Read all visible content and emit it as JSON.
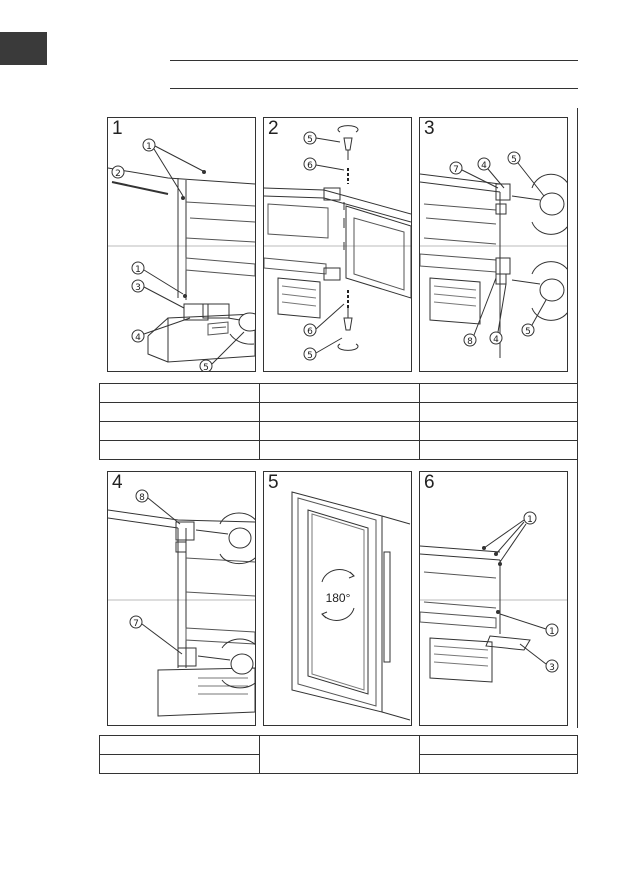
{
  "steps": [
    {
      "number": "1",
      "callouts": [
        "1",
        "2",
        "1",
        "3",
        "4",
        "5"
      ]
    },
    {
      "number": "2",
      "callouts": [
        "5",
        "6",
        "6",
        "5"
      ]
    },
    {
      "number": "3",
      "callouts": [
        "7",
        "4",
        "5",
        "8",
        "4",
        "5"
      ]
    },
    {
      "number": "4",
      "callouts": [
        "8",
        "7"
      ]
    },
    {
      "number": "5",
      "callouts": [],
      "rotation_label": "180°"
    },
    {
      "number": "6",
      "callouts": [
        "1",
        "1",
        "3"
      ]
    }
  ]
}
